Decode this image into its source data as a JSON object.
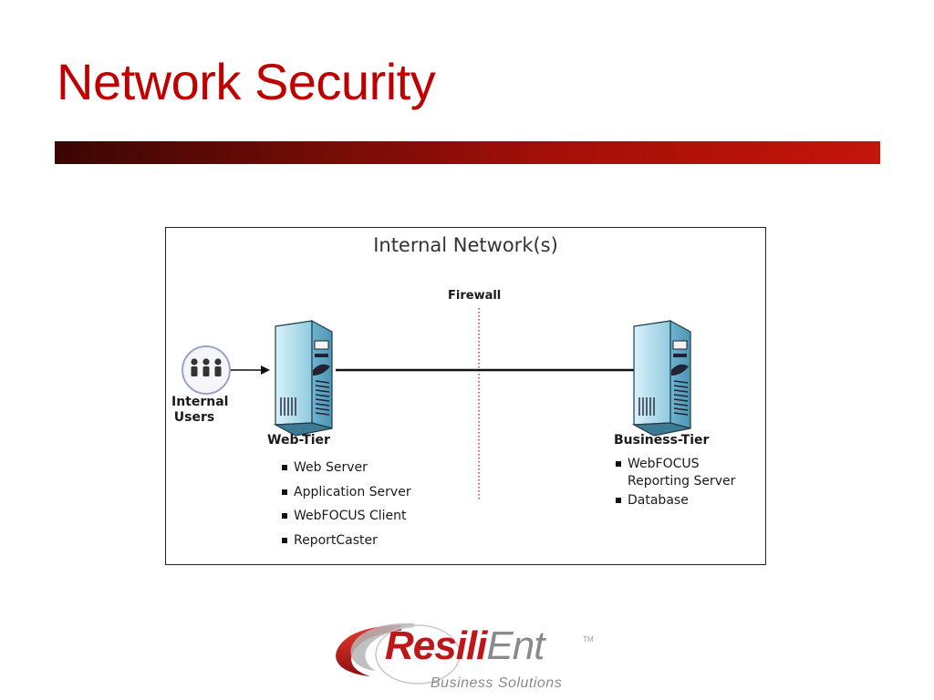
{
  "slide": {
    "title": "Network Security"
  },
  "diagram": {
    "network_label": "Internal Network(s)",
    "firewall_label": "Firewall",
    "users_label_line1": "Internal",
    "users_label_line2": "Users",
    "web_tier": {
      "heading": "Web-Tier",
      "items": [
        "Web Server",
        "Application Server",
        "WebFOCUS Client",
        "ReportCaster"
      ]
    },
    "business_tier": {
      "heading": "Business-Tier",
      "items": [
        "WebFOCUS Reporting Server",
        "Database"
      ]
    }
  },
  "logo": {
    "word_part1": "Resili",
    "word_part2": "Ent",
    "trademark": "TM",
    "tagline": "Business Solutions"
  },
  "colors": {
    "title": "#c00000",
    "bar_dark": "#3a0604",
    "bar_light": "#c4150b",
    "firewall_line": "#e0607a"
  }
}
